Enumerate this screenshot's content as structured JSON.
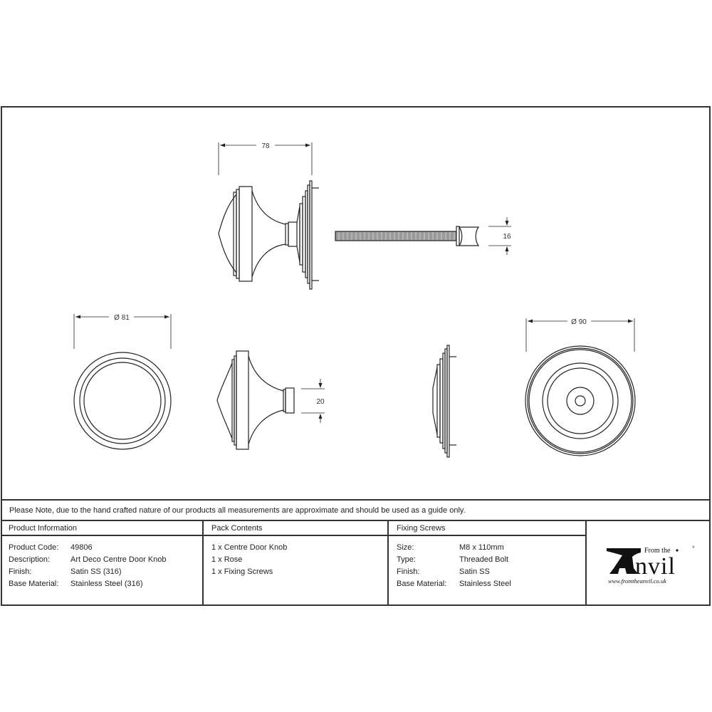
{
  "drawing": {
    "title": "Art Deco Centre Door Knob technical drawing",
    "dimensions": {
      "overall_projection": "78",
      "bolt_head_height": "16",
      "knob_diameter": "Ø 81",
      "spindle_height": "20",
      "rose_diameter": "Ø 90"
    },
    "views": [
      "side-assembly",
      "fixing-bolt",
      "knob-front",
      "knob-side",
      "rose-side",
      "rose-front"
    ]
  },
  "note": "Please Note, due to the hand crafted nature of our products all measurements are approximate and should be used as a guide only.",
  "product_information": {
    "heading": "Product Information",
    "rows": [
      {
        "label": "Product Code:",
        "value": "49806"
      },
      {
        "label": "Description:",
        "value": "Art Deco Centre Door Knob"
      },
      {
        "label": "Finish:",
        "value": "Satin SS (316)"
      },
      {
        "label": "Base Material:",
        "value": "Stainless Steel (316)"
      }
    ]
  },
  "pack_contents": {
    "heading": "Pack Contents",
    "items": [
      "1 x Centre Door Knob",
      "1 x Rose",
      "1 x Fixing Screws"
    ]
  },
  "fixing_screws": {
    "heading": "Fixing Screws",
    "rows": [
      {
        "label": "Size:",
        "value": "M8 x 110mm"
      },
      {
        "label": "Type:",
        "value": "Threaded Bolt"
      },
      {
        "label": "Finish:",
        "value": "Satin SS"
      },
      {
        "label": "Base Material:",
        "value": "Stainless Steel"
      }
    ]
  },
  "logo": {
    "small_text": "From the",
    "brand": "Anvil",
    "url": "www.fromtheanvil.co.uk",
    "registered": "®"
  }
}
